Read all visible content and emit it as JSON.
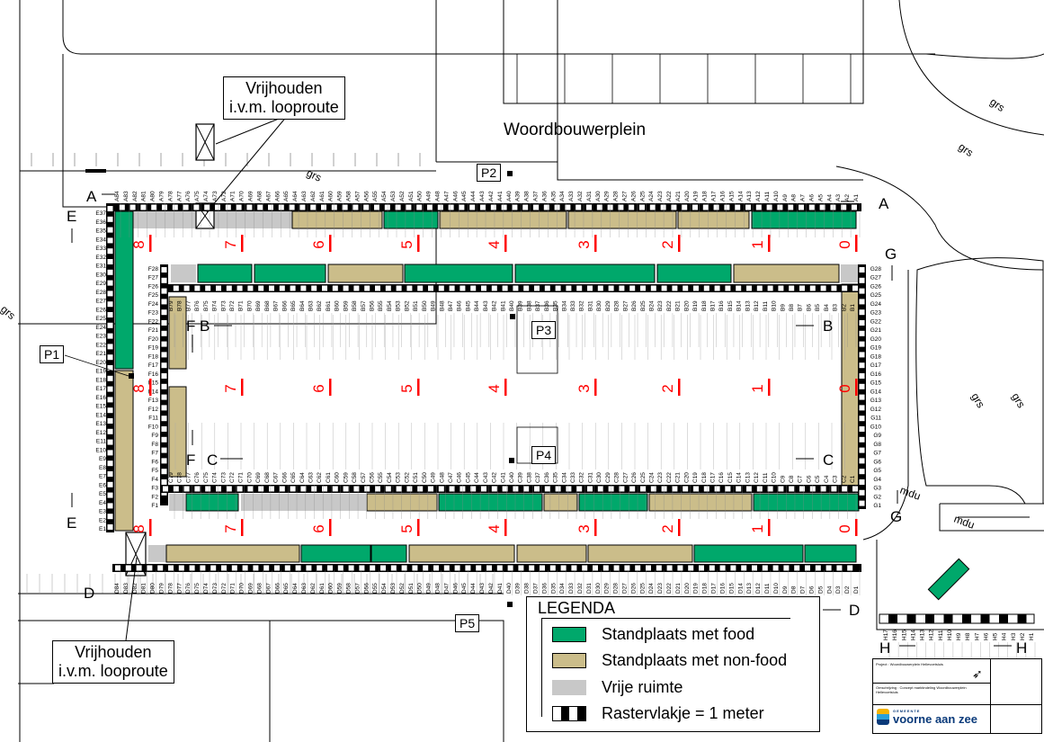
{
  "place_name": "Woordbouwerplein",
  "callouts": {
    "top": [
      "Vrijhouden",
      "i.v.m. looproute"
    ],
    "bottom": [
      "Vrijhouden",
      "i.v.m. looproute"
    ]
  },
  "photo_points": [
    "P1",
    "P2",
    "P3",
    "P4",
    "P5"
  ],
  "section_markers": [
    "A",
    "B",
    "C",
    "D",
    "E",
    "F",
    "G",
    "H"
  ],
  "row_labels": {
    "A": {
      "prefix": "A",
      "from": 84,
      "to": 1
    },
    "B": {
      "prefix": "B",
      "from": 79,
      "to": 1
    },
    "C": {
      "prefix": "C",
      "from": 79,
      "to": 1
    },
    "D": {
      "prefix": "D",
      "from": 84,
      "to": 1
    },
    "E": {
      "prefix": "E",
      "from": 37,
      "to": 1
    },
    "F": {
      "prefix": "F",
      "from": 28,
      "to": 1
    },
    "G": {
      "prefix": "G",
      "from": 28,
      "to": 1
    },
    "H": {
      "prefix": "H",
      "from": 17,
      "to": 1
    }
  },
  "meter_marks": [
    "8",
    "7",
    "6",
    "5",
    "4",
    "3",
    "2",
    "1",
    "0"
  ],
  "street_labels": [
    "grs",
    "grs",
    "grs",
    "grs",
    "mdu",
    "mdu"
  ],
  "stalls": {
    "row_A": [
      "free",
      "non-food",
      "food",
      "non-food",
      "non-food",
      "non-food",
      "food"
    ],
    "row_B": [
      "free",
      "food",
      "food",
      "non-food",
      "food",
      "food",
      "food",
      "non-food",
      "free"
    ],
    "row_C": [
      "free",
      "food",
      "free",
      "non-food",
      "food",
      "non-food",
      "food",
      "non-food",
      "food"
    ],
    "row_D": [
      "free",
      "non-food",
      "food",
      "food",
      "non-food",
      "non-food",
      "non-food",
      "food",
      "food"
    ],
    "col_E": [
      "food",
      "non-food"
    ],
    "col_F": [
      "non-food",
      "non-food"
    ],
    "col_G": [
      "non-food"
    ],
    "extra": [
      "food"
    ]
  },
  "legend": {
    "title": "LEGENDA",
    "items": [
      {
        "label": "Standplaats met food",
        "color": "#00a86b"
      },
      {
        "label": "Standplaats met non-food",
        "color": "#cbbd8a"
      },
      {
        "label": "Vrije ruimte",
        "color": "#c8c8c8"
      },
      {
        "label": "Rastervlakje = 1 meter",
        "color": "#000000"
      }
    ]
  },
  "colors": {
    "food": "#00a86b",
    "non-food": "#cbbd8a",
    "free": "#c8c8c8",
    "meter": "#ff0000"
  },
  "title_block": {
    "project": "Project : Woordbouwerplein Hellevoetsluis",
    "description": "Omschrijving : Concept marktindeling Woordbouwerplein Hellevoetsluis",
    "municipality_small": "GEMEENTE",
    "municipality": "voorne aan zee"
  }
}
